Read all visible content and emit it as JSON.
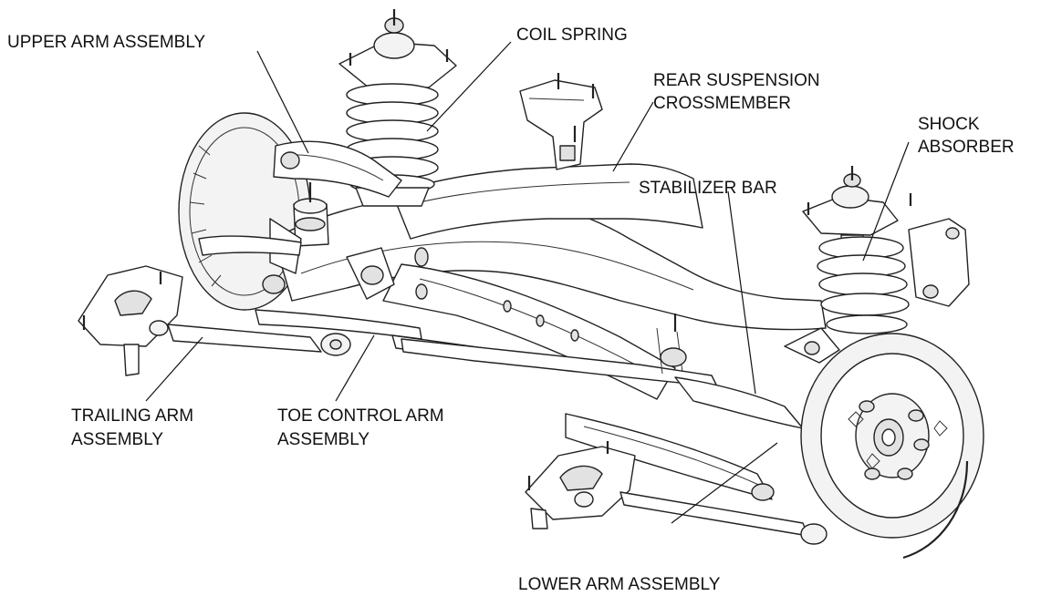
{
  "labels": {
    "upper_arm": "UPPER ARM ASSEMBLY",
    "coil_spring": "COIL SPRING",
    "crossmember_line1": "REAR SUSPENSION",
    "crossmember_line2": "CROSSMEMBER",
    "shock_line1": "SHOCK",
    "shock_line2": "ABSORBER",
    "stabilizer": "STABILIZER BAR",
    "trailing_line1": "TRAILING ARM",
    "trailing_line2": "ASSEMBLY",
    "toe_line1": "TOE CONTROL ARM",
    "toe_line2": "ASSEMBLY",
    "lower_arm": "LOWER ARM ASSEMBLY"
  }
}
